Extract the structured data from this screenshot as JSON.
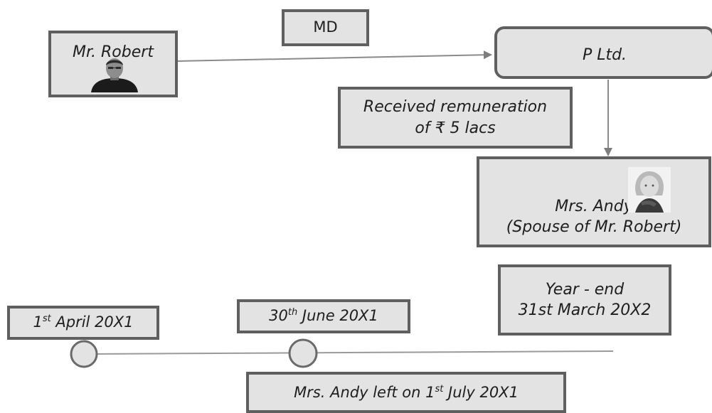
{
  "boxes": {
    "md_label": "MD",
    "mr_robert": "Mr. Robert",
    "p_ltd": "P Ltd.",
    "remuneration_line1": "Received remuneration",
    "remuneration_line2": "of ₹ 5 lacs",
    "mrs_andy_line1": "Mrs. Andy",
    "mrs_andy_line2": "(Spouse of Mr. Robert)",
    "year_end_line1": "Year - end",
    "year_end_line2": "31st March 20X2"
  },
  "timeline": {
    "start_day": "1",
    "start_sup": "st",
    "start_rest": " April 20X1",
    "mid_day": "30",
    "mid_sup": "th",
    "mid_rest": " June 20X1",
    "left_prefix": "Mrs. Andy left on 1",
    "left_sup": "st",
    "left_rest": " July 20X1"
  },
  "colors": {
    "box_fill": "#e3e3e3",
    "box_border": "#5f5f5f",
    "line": "#8a8a8a"
  }
}
